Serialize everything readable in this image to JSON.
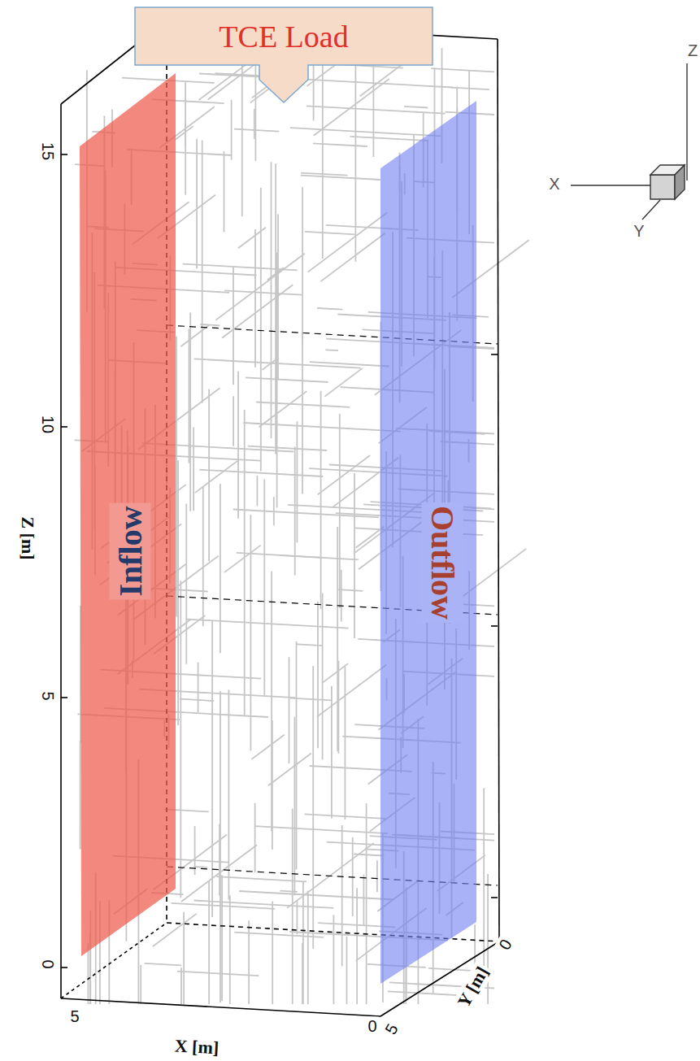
{
  "diagram": {
    "nodes": [
      {
        "text": [
          "TCE Load"
        ]
      },
      {
        "text": [
          "Inflow"
        ]
      },
      {
        "text": [
          "Outflow"
        ]
      }
    ],
    "labels": [
      "15",
      "10",
      "5",
      "0",
      "Z [m]",
      "5",
      "0",
      "X [m]",
      "0",
      "5",
      "Y [m]",
      "Z",
      "X",
      "Y"
    ]
  }
}
